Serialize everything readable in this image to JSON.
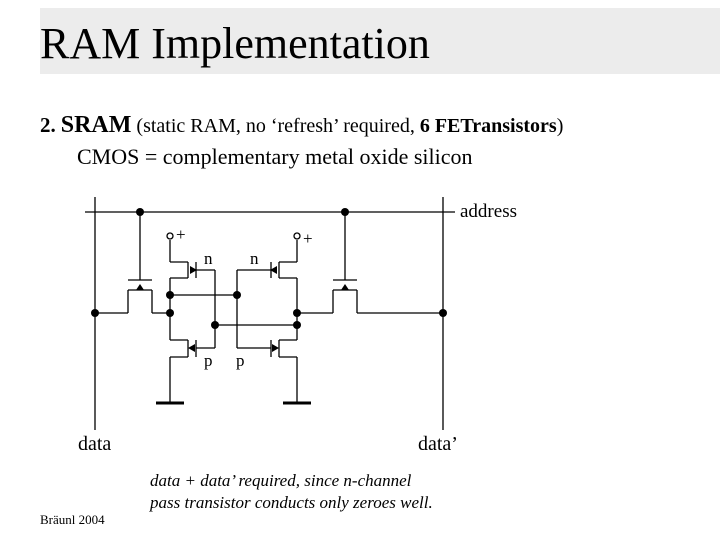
{
  "slide": {
    "title": "RAM Implementation",
    "item_number": "2.",
    "item_name": "SRAM",
    "item_desc_pre": " (static RAM, no ‘refresh’ required, ",
    "item_desc_bold": "6 FETransistors",
    "item_desc_post": ")",
    "cmos_line": "CMOS = complementary metal oxide silicon"
  },
  "circuit": {
    "address_label": "address",
    "data_label": "data",
    "data_bar_label": "data’",
    "n_label": "n",
    "p_label": "p",
    "plus_label": "+"
  },
  "footer": {
    "note_line1": "data + data’ required, since n-channel",
    "note_line2": "pass transistor conducts only zeroes well.",
    "credit": "Bräunl 2004"
  }
}
